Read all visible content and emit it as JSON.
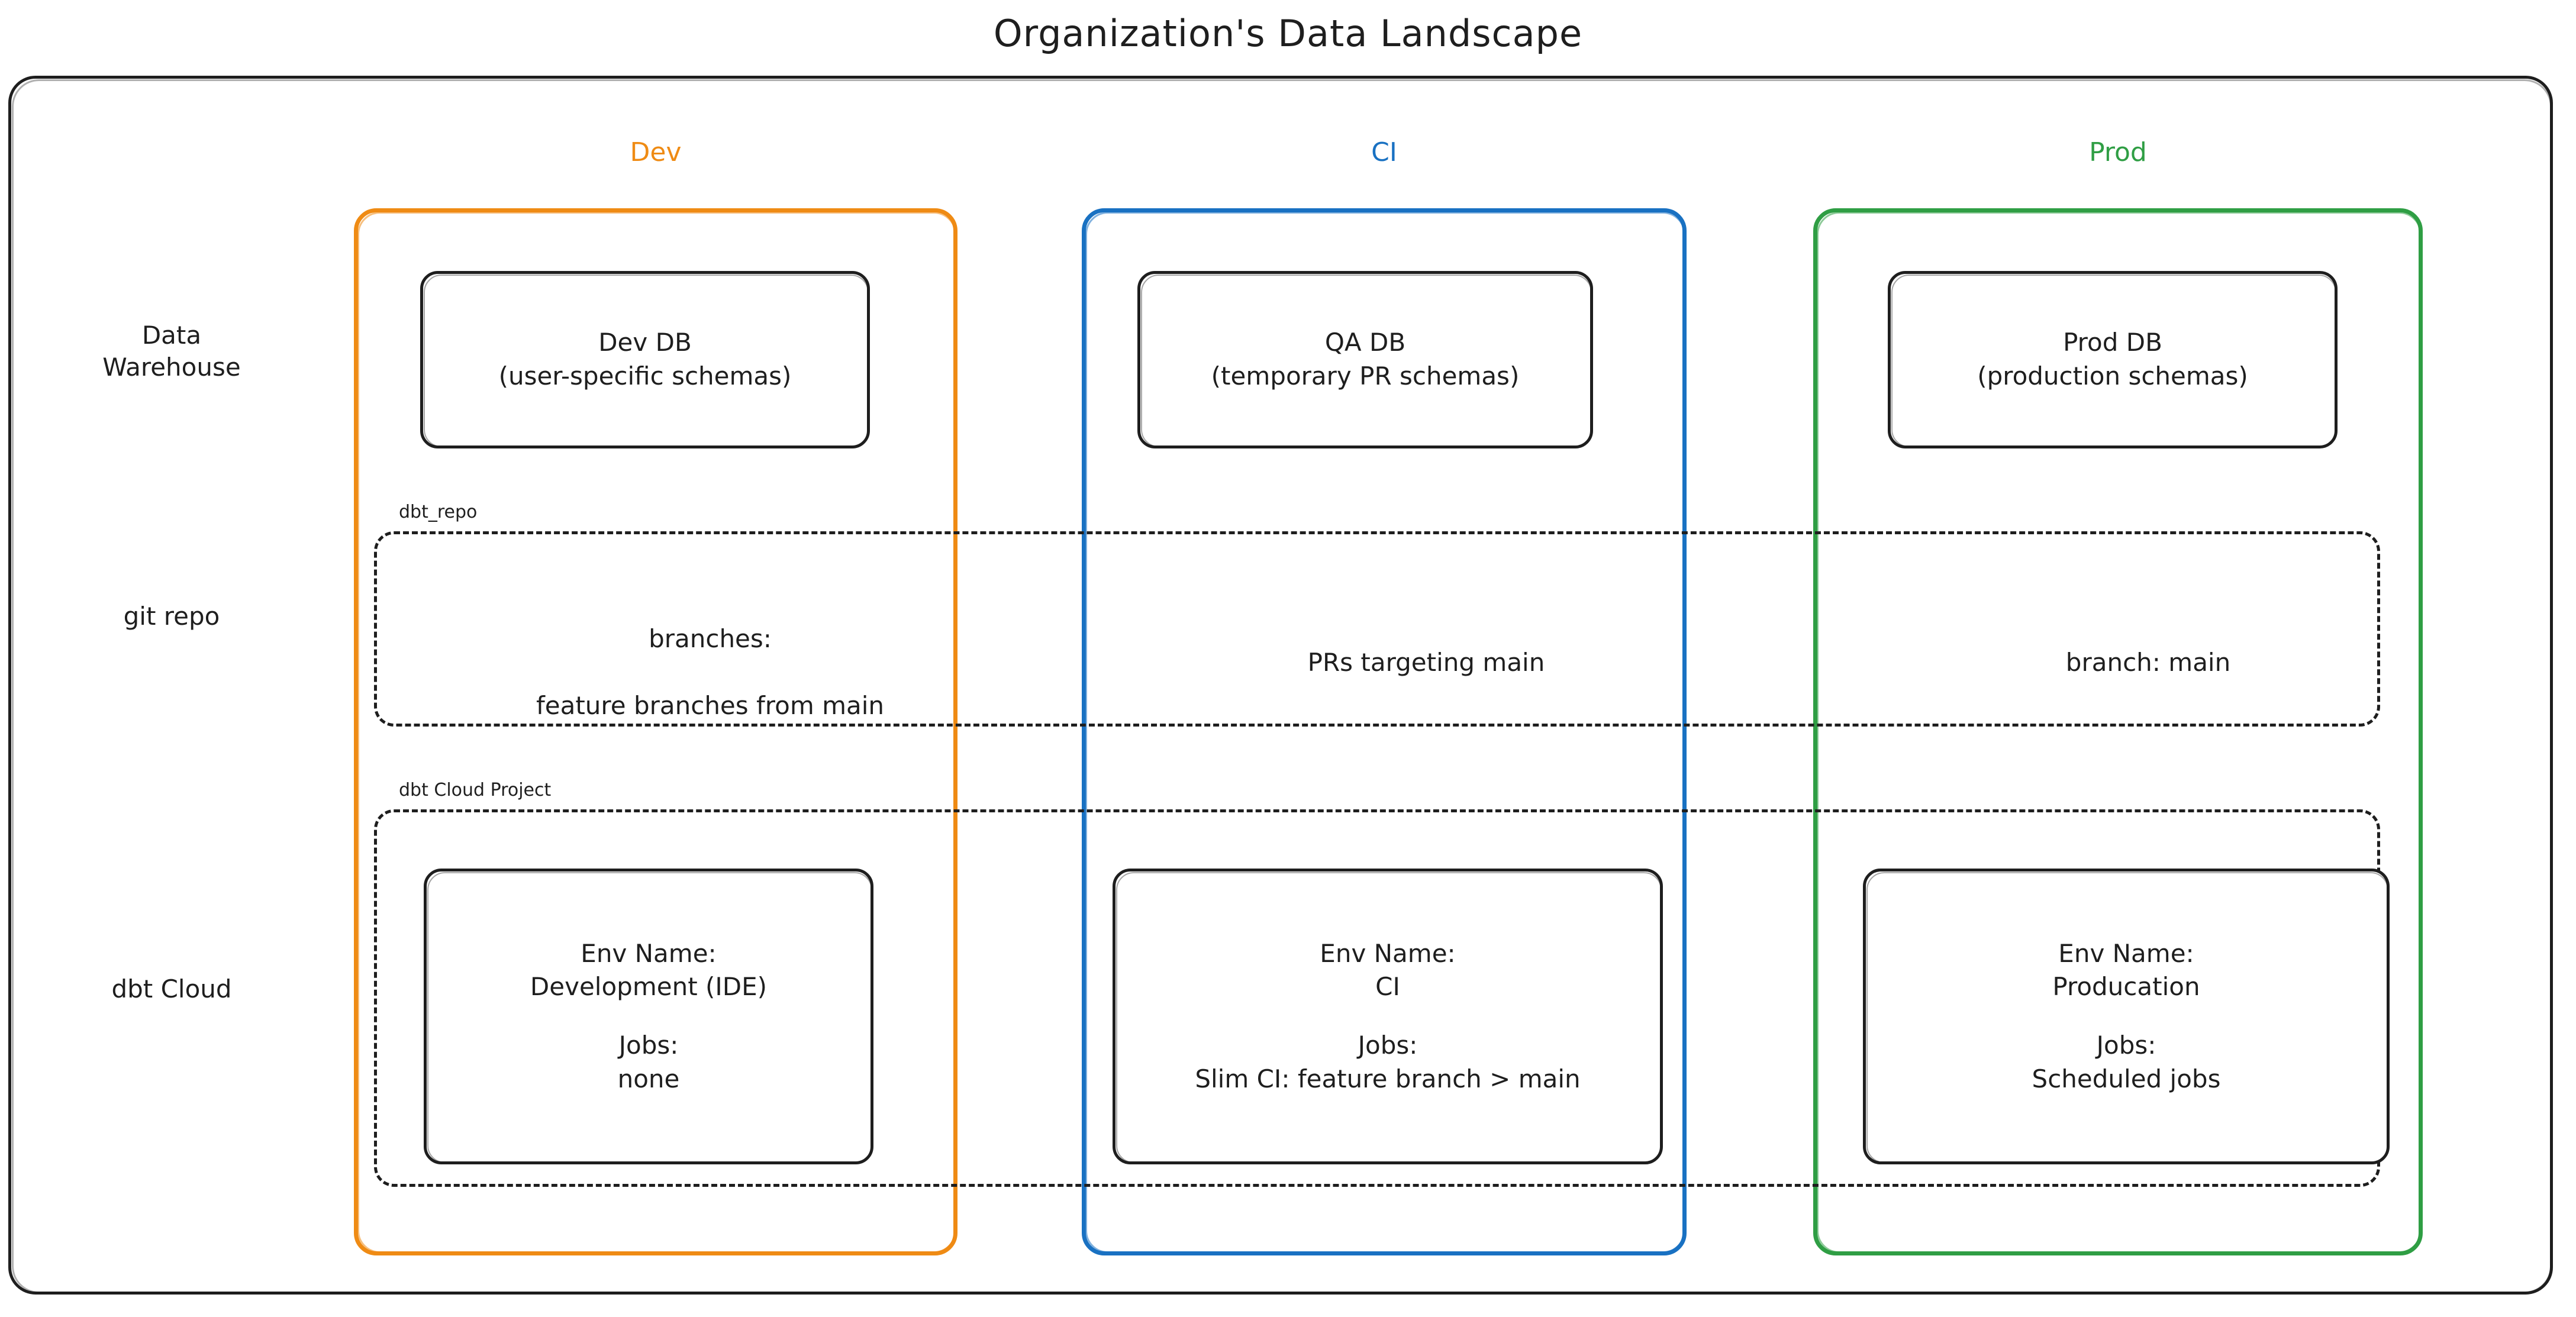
{
  "title": "Organization's Data Landscape",
  "colors": {
    "dev": "#ef8b14",
    "ci": "#1971c2",
    "prod": "#2f9e44",
    "stroke": "#1e1e1e",
    "background": "#ffffff"
  },
  "columns": [
    {
      "key": "dev",
      "label": "Dev"
    },
    {
      "key": "ci",
      "label": "CI"
    },
    {
      "key": "prod",
      "label": "Prod"
    }
  ],
  "row_labels": {
    "warehouse": "Data\nWarehouse",
    "git_repo": "git repo",
    "dbt_cloud": "dbt Cloud"
  },
  "groups": {
    "repo": {
      "label": "dbt_repo"
    },
    "cloud": {
      "label": "dbt Cloud Project"
    }
  },
  "warehouse_row": {
    "dev": {
      "line1": "Dev DB",
      "line2": "(user-specific schemas)"
    },
    "ci": {
      "line1": "QA DB",
      "line2": "(temporary PR schemas)"
    },
    "prod": {
      "line1": "Prod DB",
      "line2": "(production schemas)"
    }
  },
  "git_repo_row": {
    "dev": {
      "line1": "branches:",
      "line2": "feature branches from main"
    },
    "ci": {
      "line1": "PRs targeting main",
      "line2": ""
    },
    "prod": {
      "line1": "branch: main",
      "line2": ""
    }
  },
  "dbt_cloud_row": {
    "dev": {
      "env_label": "Env Name:",
      "env_value": "Development (IDE)",
      "jobs_label": "Jobs:",
      "jobs_value": "none"
    },
    "ci": {
      "env_label": "Env Name:",
      "env_value": "CI",
      "jobs_label": "Jobs:",
      "jobs_value": "Slim CI: feature branch > main"
    },
    "prod": {
      "env_label": "Env Name:",
      "env_value": "Producation",
      "jobs_label": "Jobs:",
      "jobs_value": "Scheduled jobs"
    }
  }
}
